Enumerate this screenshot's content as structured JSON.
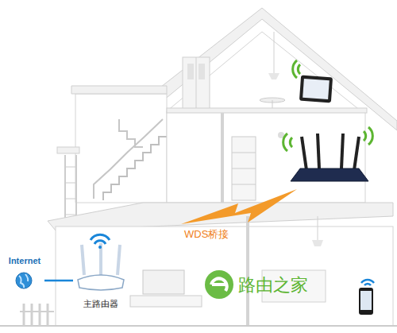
{
  "diagram": {
    "nodes": [
      {
        "text": [
          "Internet"
        ]
      },
      {
        "text": [
          "主路由器"
        ]
      }
    ],
    "edges": [
      {
        "from": 0,
        "to": 1,
        "arrow": "none"
      }
    ],
    "labels": [
      "WDS桥接",
      "路由之家"
    ]
  }
}
